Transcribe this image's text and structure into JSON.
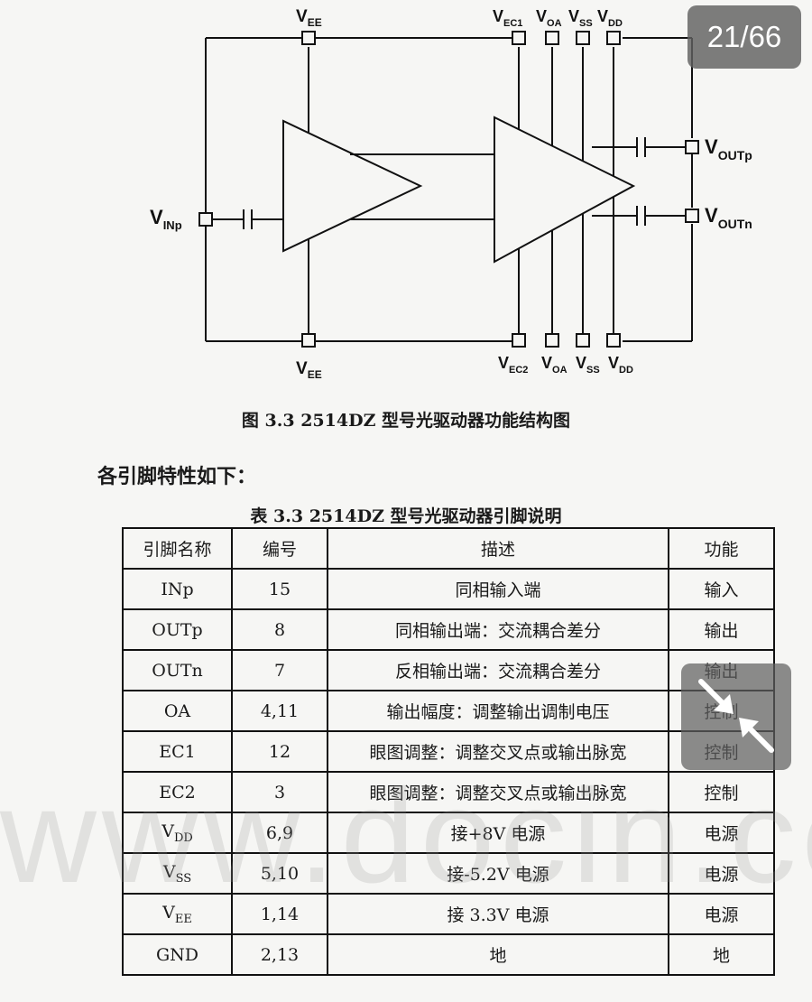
{
  "page_indicator": "21/66",
  "figure": {
    "caption": "图 3.3 2514DZ 型号光驱动器功能结构图",
    "labels": {
      "vee_top": "V",
      "vee_top_sub": "EE",
      "vee_bottom": "V",
      "vee_bottom_sub": "EE",
      "vinp": "V",
      "vinp_sub": "INp",
      "vec1": "V",
      "vec1_sub": "EC1",
      "voa_top": "V",
      "voa_top_sub": "OA",
      "vss_top": "V",
      "vss_top_sub": "SS",
      "vdd_top": "V",
      "vdd_top_sub": "DD",
      "vec2": "V",
      "vec2_sub": "EC2",
      "voa_bottom": "V",
      "voa_bottom_sub": "OA",
      "vss_bottom": "V",
      "vss_bottom_sub": "SS",
      "vdd_bottom": "V",
      "vdd_bottom_sub": "DD",
      "voutp": "V",
      "voutp_sub": "OUTp",
      "voutn": "V",
      "voutn_sub": "OUTn"
    }
  },
  "intro_text": "各引脚特性如下：",
  "table": {
    "title": "表 3.3 2514DZ 型号光驱动器引脚说明",
    "headers": [
      "引脚名称",
      "编号",
      "描述",
      "功能"
    ],
    "rows": [
      {
        "name": "INp",
        "sub": "",
        "number": "15",
        "description": "同相输入端",
        "function": "输入"
      },
      {
        "name": "OUTp",
        "sub": "",
        "number": "8",
        "description": "同相输出端：交流耦合差分",
        "function": "输出"
      },
      {
        "name": "OUTn",
        "sub": "",
        "number": "7",
        "description": "反相输出端：交流耦合差分",
        "function": "输出"
      },
      {
        "name": "OA",
        "sub": "",
        "number": "4,11",
        "description": "输出幅度：调整输出调制电压",
        "function": "控制"
      },
      {
        "name": "EC1",
        "sub": "",
        "number": "12",
        "description": "眼图调整：调整交叉点或输出脉宽",
        "function": "控制"
      },
      {
        "name": "EC2",
        "sub": "",
        "number": "3",
        "description": "眼图调整：调整交叉点或输出脉宽",
        "function": "控制"
      },
      {
        "name": "V",
        "sub": "DD",
        "number": "6,9",
        "description": "接+8V 电源",
        "function": "电源"
      },
      {
        "name": "V",
        "sub": "SS",
        "number": "5,10",
        "description": "接-5.2V 电源",
        "function": "电源"
      },
      {
        "name": "V",
        "sub": "EE",
        "number": "1,14",
        "description": "接 3.3V 电源",
        "function": "电源"
      },
      {
        "name": "GND",
        "sub": "",
        "number": "2,13",
        "description": "地",
        "function": "地"
      }
    ]
  },
  "watermark": "www.docin.com"
}
